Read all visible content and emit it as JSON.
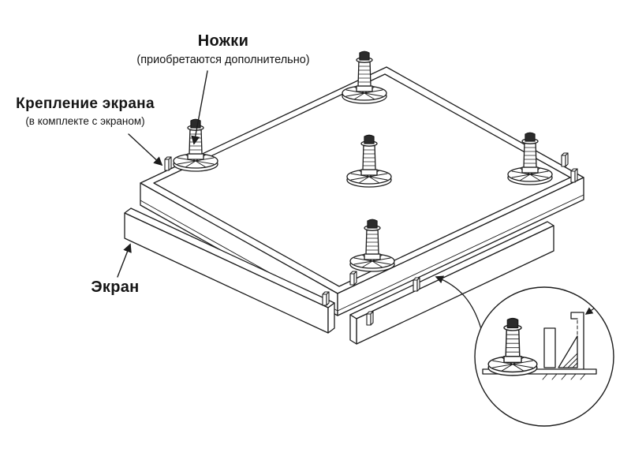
{
  "diagram": {
    "type": "assembly-technical-diagram",
    "labels": {
      "legs": {
        "title": "Ножки",
        "subtitle": "(приобретаются дополнительно)"
      },
      "mount": {
        "title": "Крепление экрана",
        "subtitle": "(в комплекте с экраном)"
      },
      "screen": {
        "title": "Экран"
      }
    },
    "colors": {
      "line": "#1c1c1c",
      "background": "#ffffff"
    }
  }
}
